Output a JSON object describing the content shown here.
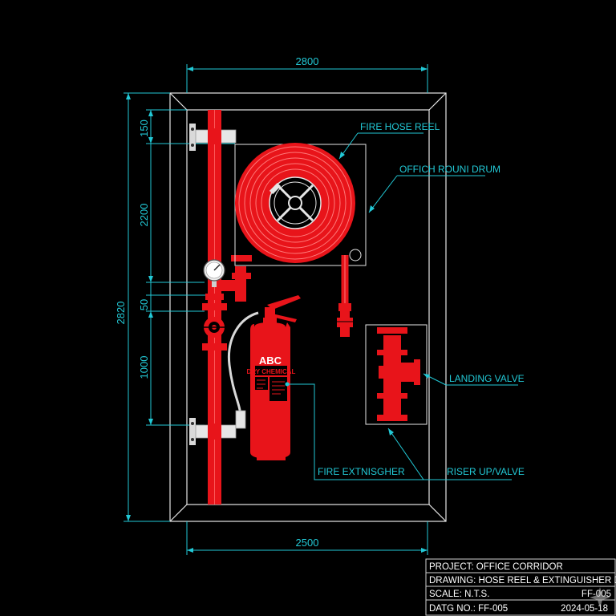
{
  "dimensions": {
    "top_width": "2800",
    "bottom_width": "2500",
    "total_height": "2820",
    "seg_top": "150",
    "seg_reel": "2200",
    "seg_gap": "50",
    "seg_lower": "1000"
  },
  "labels": {
    "fire_hose_reel": "FIRE HOSE REEL",
    "drum": "OFFICH ROUNI DRUM",
    "landing_valve": "LANDING VALVE",
    "extinguisher": "FIRE EXTNISGHER",
    "riser": "RISER UP/VALVE"
  },
  "extinguisher": {
    "class_text": "ABC",
    "agent_text": "DRY CHEMICAL"
  },
  "title_block": {
    "project": "PROJECT: OFFICE CORRIDOR",
    "drawing": "DRAWING: HOSE REEL & EXTINGUISHER DETAIL",
    "scale": "SCALE: N.T.S.",
    "sheet": "FF-005",
    "drawing_no": "DATG NO.: FF-005",
    "date": "2024-05-18"
  },
  "colors": {
    "dimension": "#22c9d6",
    "equipment": "#e8141a",
    "outline": "#e6e6e6",
    "background": "#000000"
  }
}
